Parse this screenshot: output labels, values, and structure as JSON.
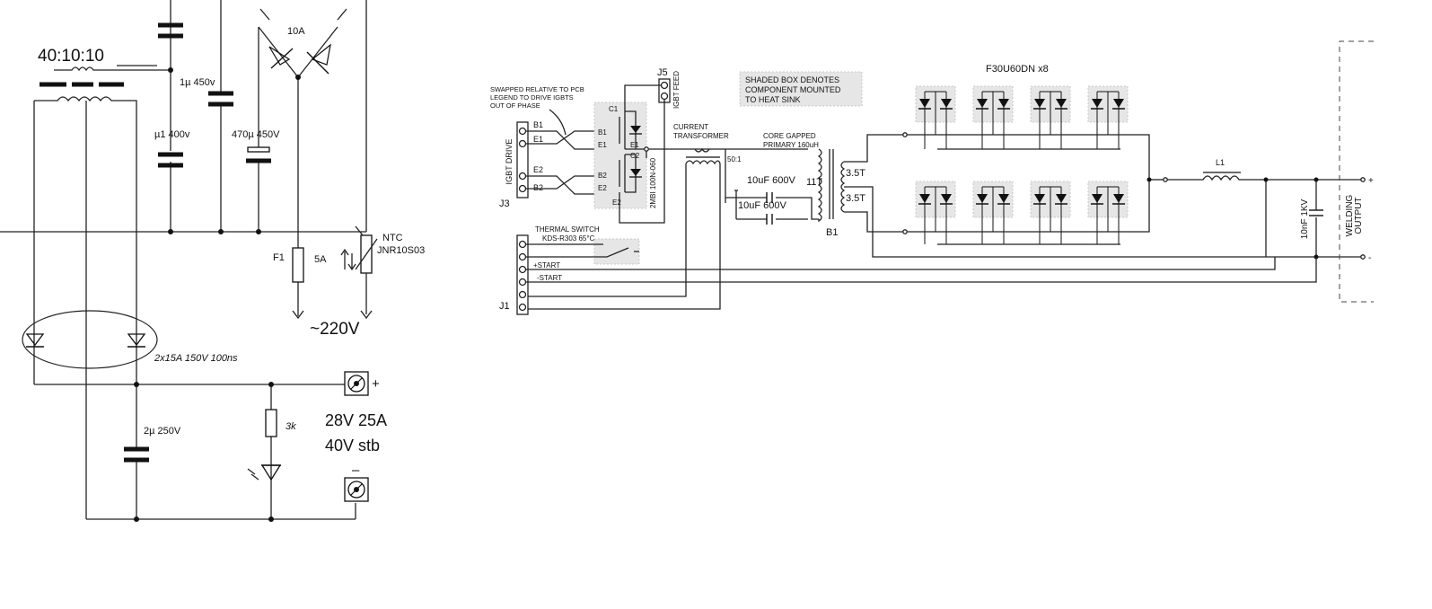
{
  "left": {
    "transformer_ratio": "40:10:10",
    "cap_1u": "1µ 450v",
    "cap_u1": "µ1 400v",
    "cap_470u": "470µ 450V",
    "bridge_current": "10A",
    "fuse_name": "F1",
    "fuse_rating": "5A",
    "ntc_label": "NTC",
    "ntc_part": "JNR10S03",
    "mains": "~220V",
    "diodes": "2x15A 150V 100ns",
    "cap_2u": "2µ 250V",
    "resistor": "3k",
    "plus": "+",
    "minus": "–",
    "output_line1": "28V 25A",
    "output_line2": "40V stb"
  },
  "right": {
    "j5": "J5",
    "igbt_feed": "IGBT FEED",
    "swap_note": [
      "SWAPPED RELATIVE TO PCB",
      "LEGEND TO DRIVE IGBTS",
      "OUT OF PHASE"
    ],
    "heat_sink_note": [
      "SHADED BOX DENOTES",
      "COMPONENT MOUNTED",
      "TO HEAT SINK"
    ],
    "diode_array": "F30U60DN x8",
    "igbt_drive": "IGBT DRIVE",
    "j3": "J3",
    "j1": "J1",
    "pins_j3": [
      "B1",
      "E1",
      "E2",
      "B2"
    ],
    "igbt_pins": [
      "C1",
      "B1",
      "E1",
      "E1",
      "C2",
      "B2",
      "E2",
      "E2"
    ],
    "igbt_part": "2MBI 100N-060",
    "current_transformer": [
      "CURRENT",
      "TRANSFORMER"
    ],
    "ct_ratio": "50:1",
    "core_note": [
      "CORE GAPPED",
      "PRIMARY 160uH"
    ],
    "cap_a": "10uF 600V",
    "cap_b": "10uF 600V",
    "primary_turns": "11T",
    "secondary_a": "3.5T",
    "secondary_b": "3.5T",
    "b1": "B1",
    "thermal_switch": [
      "THERMAL SWITCH",
      "KDS-R303 65°C"
    ],
    "start_plus": "+START",
    "start_minus": "-START",
    "l1": "L1",
    "snubber": "10nF 1KV",
    "welding_output": [
      "WELDING",
      "OUTPUT"
    ],
    "out_plus": "+",
    "out_minus": "-"
  }
}
